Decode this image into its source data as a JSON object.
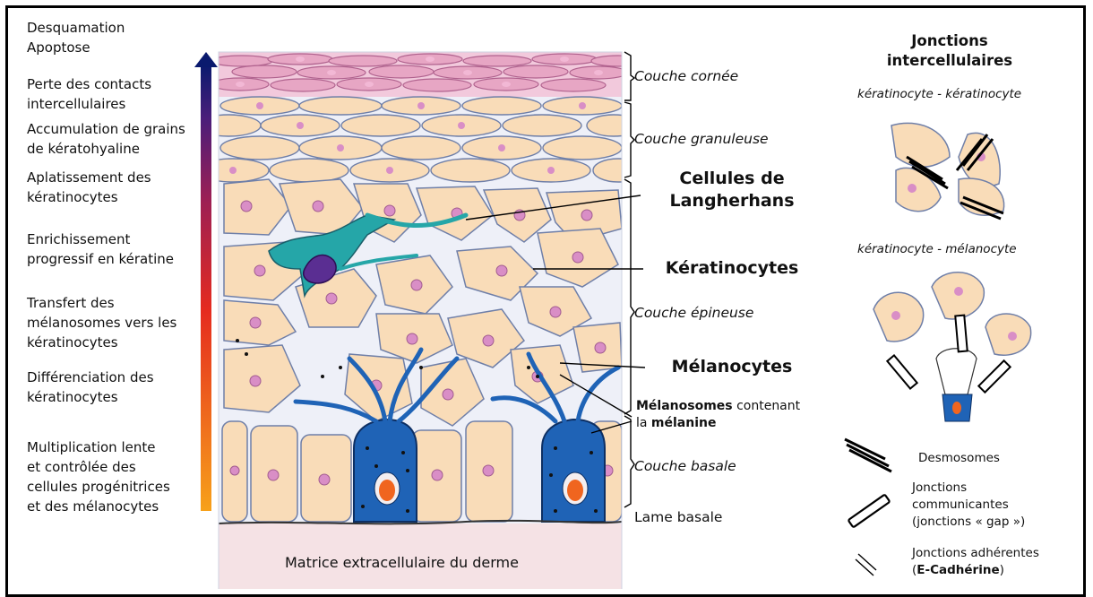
{
  "colors": {
    "cell_fill": "#f9dcb8",
    "cell_stroke": "#6f7fa8",
    "corneous_fill": "#e7a6c4",
    "nucleus": "#d98ec6",
    "melanocyte": "#1f63b6",
    "langerhans": "#25a6a8",
    "matrix": "#f5e2e5",
    "gradient_top": "#0a1a6e",
    "gradient_mid": "#e52b1f",
    "gradient_bottom": "#f7a11a"
  },
  "left_steps": [
    "Desquamation\nApoptose",
    "Perte des contacts\nintercellulaires",
    "Accumulation de grains\nde kératohyaline",
    "Aplatissement des\nkératinocytes",
    "Enrichissement\nprogressif en kératine",
    "Transfert des\nmélanosomes vers les\nkératinocytes",
    "Différenciation des\nkératinocytes",
    "Multiplication lente\net contrôlée des\ncellules progénitrices\net des mélanocytes"
  ],
  "layers": {
    "cornee": "Couche cornée",
    "granuleuse": "Couche granuleuse",
    "epineuse": "Couche épineuse",
    "basale": "Couche basale",
    "lame": "Lame basale"
  },
  "callouts": {
    "langerhans": "Cellules de\nLangherhans",
    "keratinocytes": "Kératinocytes",
    "melanocytes": "Mélanocytes",
    "melanosomes_bold": "Mélanosomes",
    "melanosomes_rest": " contenant",
    "melanosomes_line2_pre": "la ",
    "melanosomes_line2_bold": "mélanine"
  },
  "matrix_label": "Matrice extracellulaire du derme",
  "junctions": {
    "title": "Jonctions\nintercellulaires",
    "kk": "kératinocyte - kératinocyte",
    "km": "kératinocyte - mélanocyte"
  },
  "legend": {
    "desmosomes": "Desmosomes",
    "gap": "Jonctions\ncommunicantes\n(jonctions « gap »)",
    "adherens_line1": "Jonctions adhérentes",
    "adherens_bold": "E-Cadhérine",
    "adherens_paren_open": "(",
    "adherens_paren_close": ")"
  }
}
